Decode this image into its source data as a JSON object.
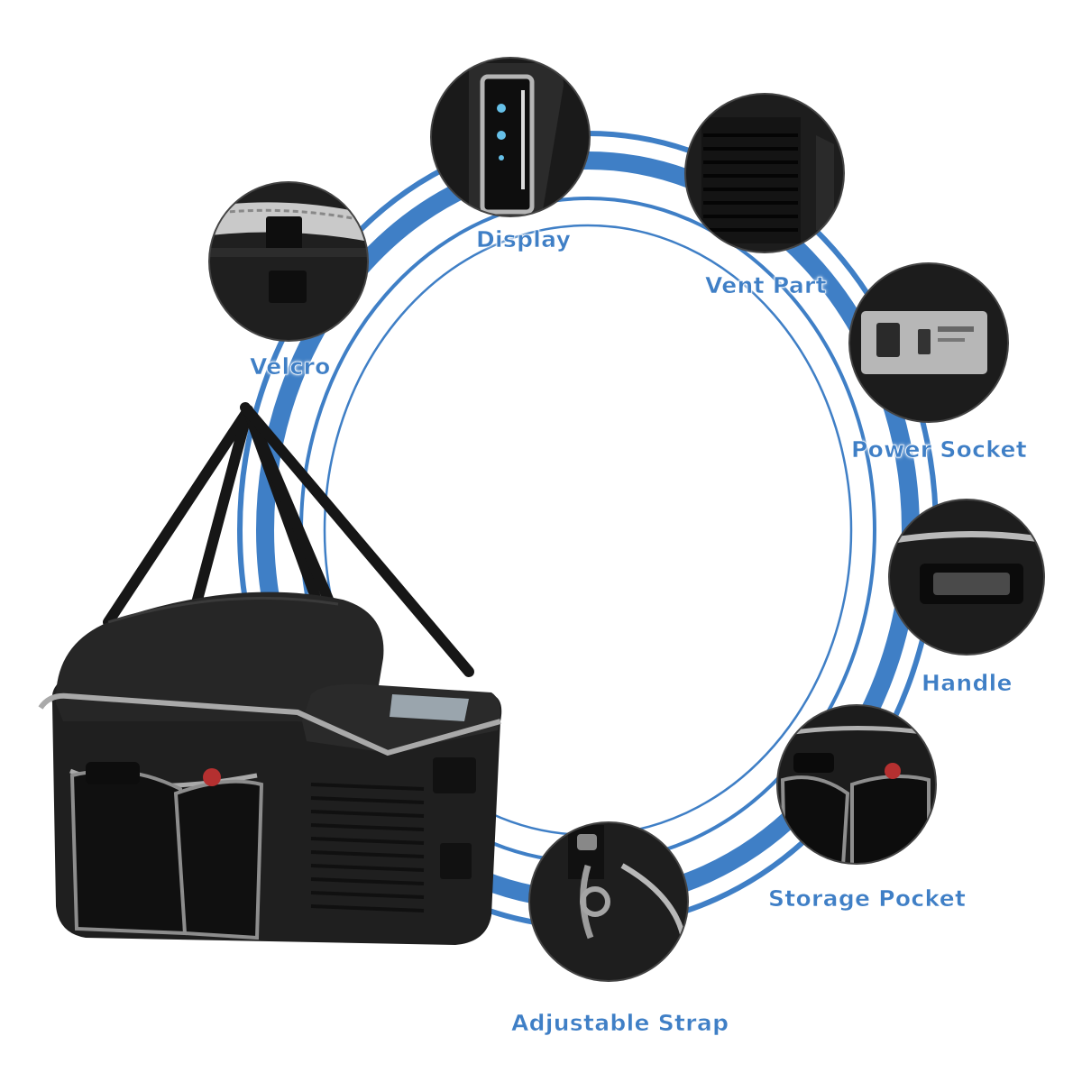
{
  "labels": {
    "display": "Display",
    "vent_part": "Vent Part",
    "velcro": "Velcro",
    "power_socket": "Power Socket",
    "handle": "Handle",
    "storage_pocket": "Storage Pocket",
    "adjustable_strap": "Adjustable Strap"
  },
  "colors": {
    "ring_blue": "#3f7fc6",
    "bag_black": "#1c1c1c",
    "reflective_trim": "#9a9a9a",
    "background": "#ffffff"
  }
}
